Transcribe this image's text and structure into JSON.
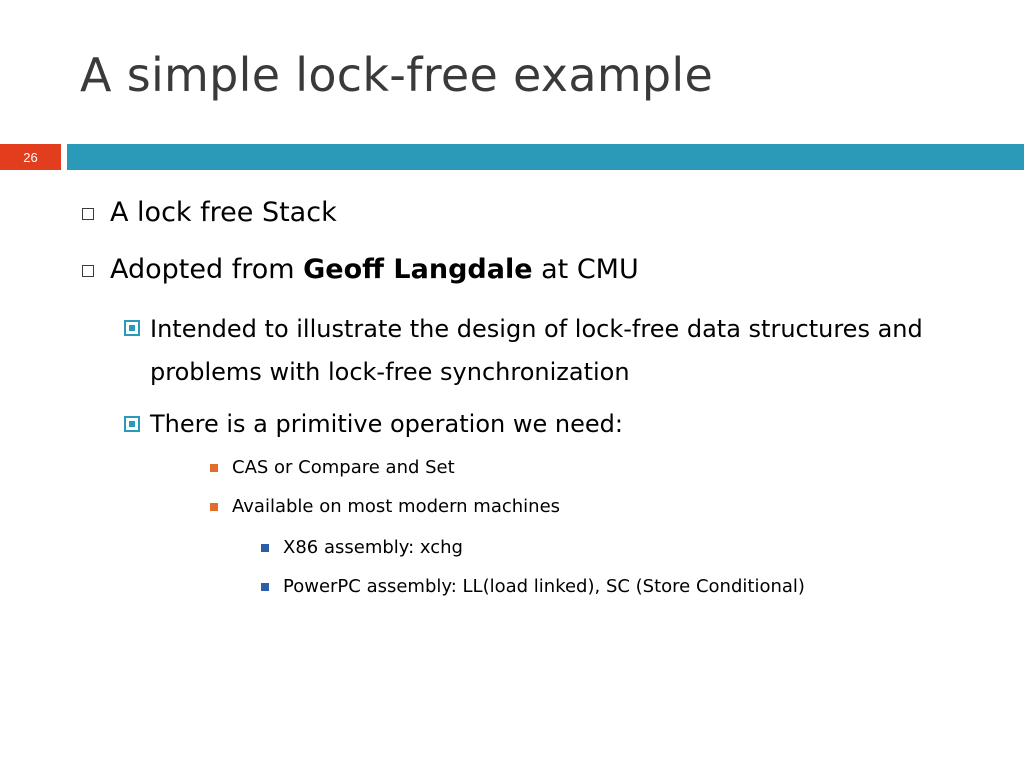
{
  "slide": {
    "title": "A simple lock-free example",
    "number": "26",
    "colors": {
      "accent_bar": "#2a9ab8",
      "number_badge": "#e23d1d",
      "bullet_orange": "#e36b2c",
      "bullet_blue": "#2b5ea8"
    }
  },
  "bullets": {
    "b1": "A lock free Stack",
    "b2": {
      "prefix": "Adopted from ",
      "bold": "Geoff Langdale",
      "suffix": " at CMU"
    },
    "b2_1": "Intended to illustrate the design of lock-free data structures and problems with lock-free synchronization",
    "b2_2": "There is a primitive operation we need:",
    "b2_2_1": "CAS or Compare and Set",
    "b2_2_2": "Available on most modern machines",
    "b2_2_2_1": "X86 assembly: xchg",
    "b2_2_2_2": "PowerPC assembly: LL(load linked), SC (Store Conditional)"
  }
}
